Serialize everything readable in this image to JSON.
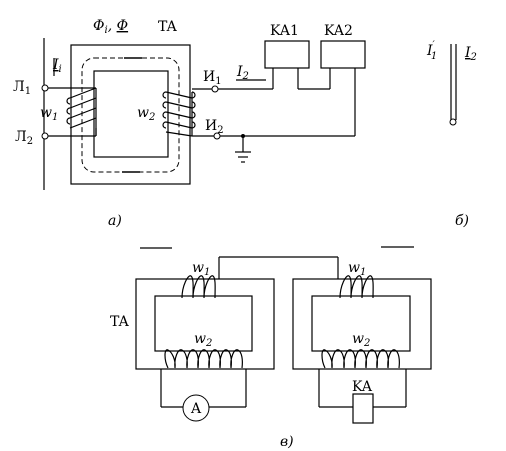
{
  "panel_a": {
    "flux_label": "Φ",
    "flux_sub": "i",
    "flux_sep": ", ",
    "flux_label2": "Φ",
    "ta_label": "TA",
    "current_i": "I",
    "current_i_sub": "i",
    "l1": "Л",
    "l1_sub": "1",
    "l2": "Л",
    "l2_sub": "2",
    "w1": "w",
    "w1_sub": "1",
    "w2": "w",
    "w2_sub": "2",
    "i1_term": "И",
    "i1_term_sub": "1",
    "i2_term": "И",
    "i2_term_sub": "2",
    "current_2": "I",
    "current_2_sub": "2",
    "ka1": "KA1",
    "ka2": "KA2",
    "caption": "а)"
  },
  "panel_b": {
    "i1_prime": "I",
    "i1_prime_sup": "′",
    "i1_prime_sub": "1",
    "i2": "I",
    "i2_sub": "2",
    "caption": "б)"
  },
  "panel_c": {
    "ta_label": "TA",
    "w1_left": "w",
    "w1_left_sub": "1",
    "w2_left": "w",
    "w2_left_sub": "2",
    "w1_right": "w",
    "w1_right_sub": "1",
    "w2_right": "w",
    "w2_right_sub": "2",
    "ammeter": "A",
    "ka": "KA",
    "caption": "в)"
  }
}
